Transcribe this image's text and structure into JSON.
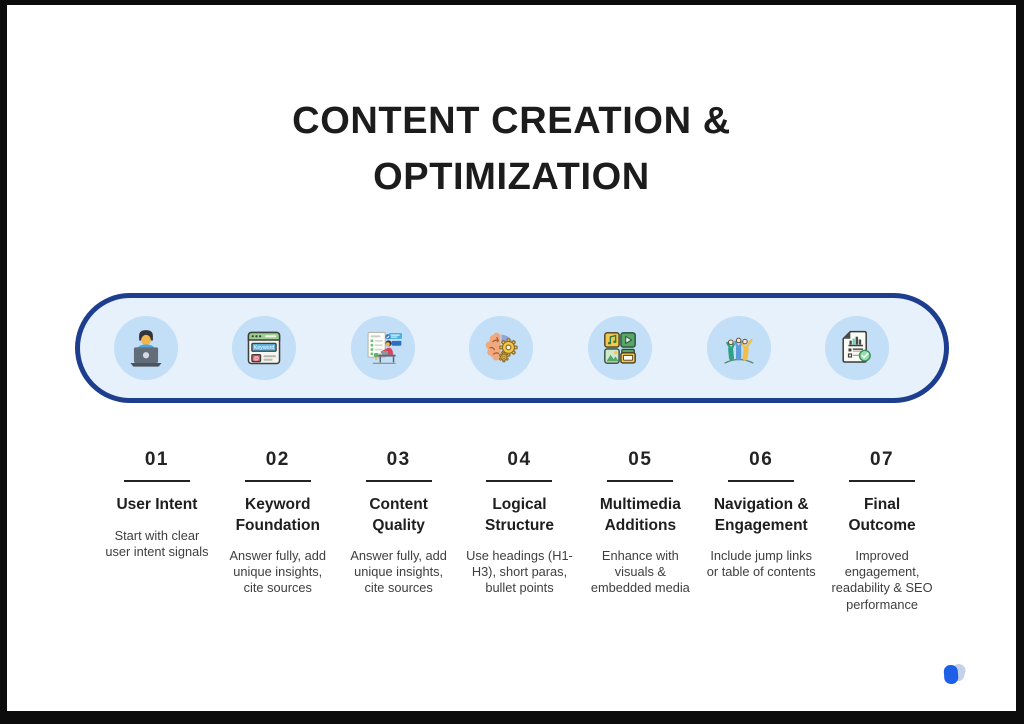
{
  "title": {
    "line1": "CONTENT CREATION &",
    "line2": "OPTIMIZATION"
  },
  "pill": {
    "border_color": "#1d3d8e",
    "fill_color": "#e6f1fc",
    "icon_circle_color": "#c3def7"
  },
  "icons": [
    {
      "name": "user-at-laptop-icon"
    },
    {
      "name": "keyword-webpage-icon",
      "label": "Keyword",
      "symbol": "@"
    },
    {
      "name": "content-writer-icon"
    },
    {
      "name": "brain-gears-icon"
    },
    {
      "name": "multimedia-grid-icon"
    },
    {
      "name": "people-celebrating-icon"
    },
    {
      "name": "report-checkmark-icon"
    }
  ],
  "steps": [
    {
      "number": "01",
      "title": "User Intent",
      "description": "Start with clear user intent signals"
    },
    {
      "number": "02",
      "title": "Keyword Foundation",
      "description": "Answer fully, add unique insights, cite sources"
    },
    {
      "number": "03",
      "title": "Content Quality",
      "description": "Answer fully, add unique insights, cite sources"
    },
    {
      "number": "04",
      "title": "Logical Structure",
      "description": "Use headings (H1-H3), short paras, bullet points"
    },
    {
      "number": "05",
      "title": "Multimedia Additions",
      "description": "Enhance with visuals & embedded media"
    },
    {
      "number": "06",
      "title": "Navigation & Engagement",
      "description": "Include jump links or table of contents"
    },
    {
      "number": "07",
      "title": "Final Outcome",
      "description": "Improved engagement, readability & SEO performance"
    }
  ],
  "colors": {
    "frame": "#0c0c0c",
    "background": "#ffffff",
    "title_text": "#1c1c1c",
    "step_text": "#232323",
    "description_text": "#3e3e3e",
    "logo_blue": "#1e5fe8",
    "logo_light_blue": "#c5d0ea"
  }
}
